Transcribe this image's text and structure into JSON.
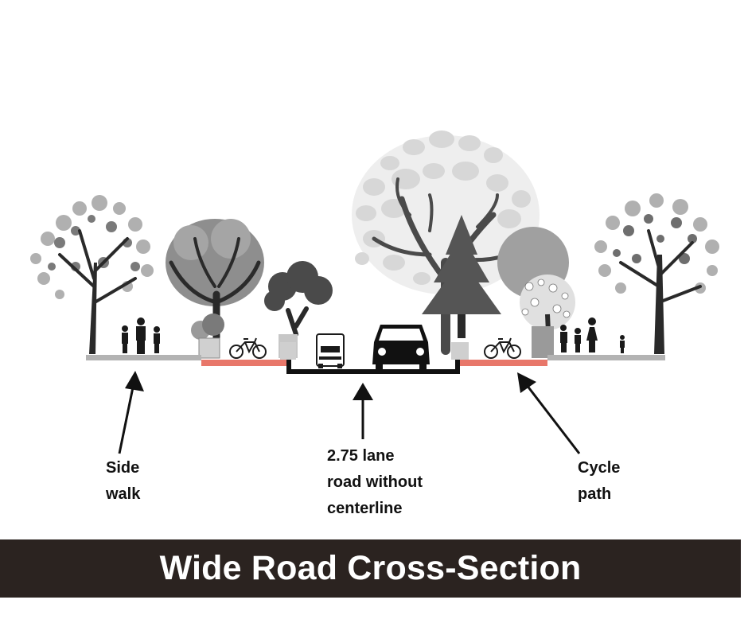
{
  "labels": {
    "sidewalk": [
      "Side",
      "walk"
    ],
    "road": [
      "2.75 lane",
      "road without",
      "centerline"
    ],
    "cycle_path": [
      "Cycle",
      "path"
    ]
  },
  "title": "Wide Road Cross-Section",
  "colors": {
    "banner": "#2b2320",
    "banner_text": "#ffffff",
    "cycle_path": "#e8776a",
    "sidewalk": "#b3b3b3",
    "road": "#111111",
    "foliage_light": "#c9c9c9",
    "foliage_mid": "#8e8e8e",
    "foliage_dark": "#4a4a4a",
    "trunk": "#2a2a2a"
  },
  "icons": [
    "tree-icon",
    "pine-tree-icon",
    "bicycle-icon",
    "pedestrian-icon",
    "car-icon",
    "truck-icon",
    "arrow-icon"
  ]
}
